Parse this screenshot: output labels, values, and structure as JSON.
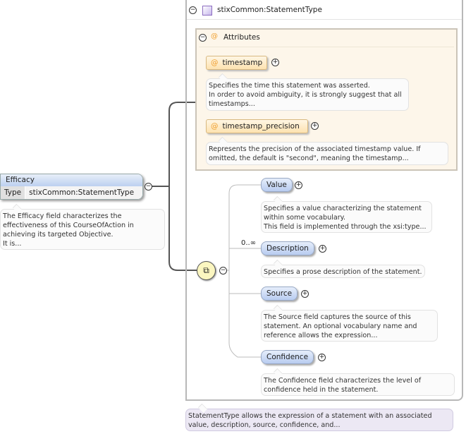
{
  "type_box": {
    "title": "stixCommon:StatementType",
    "doc": "StatementType allows the expression of a statement with an associated value, description, source, confidence, and..."
  },
  "attributes": {
    "title": "Attributes",
    "items": [
      {
        "name": "timestamp",
        "doc": [
          "Specifies the time this statement was asserted.",
          "In order to avoid ambiguity, it is strongly suggest that all",
          "timestamps..."
        ]
      },
      {
        "name": "timestamp_precision",
        "doc": [
          "Represents the precision of the associated timestamp value. If",
          "omitted, the default is \"second\", meaning the timestamp..."
        ]
      }
    ]
  },
  "element": {
    "name": "Efficacy",
    "type_label": "Type",
    "type_value": "stixCommon:StatementType",
    "doc": [
      "The Efficacy field characterizes the",
      "effectiveness of this CourseOfAction in",
      "achieving its targeted Objective.",
      "It is..."
    ]
  },
  "sequence": {
    "cardinality": "0..∞",
    "children": [
      {
        "name": "Value",
        "doc": [
          "Specifies a value characterizing the statement",
          "within some vocabulary.",
          "This field is implemented through the xsi:type..."
        ]
      },
      {
        "name": "Description",
        "doc": [
          "Specifies a prose description of the statement."
        ]
      },
      {
        "name": "Source",
        "doc": [
          "The Source field captures the source of this",
          "statement. An optional vocabulary name and",
          "reference allows the expression..."
        ]
      },
      {
        "name": "Confidence",
        "doc": [
          "The Confidence field characterizes the level of",
          "confidence held in the statement."
        ]
      }
    ]
  },
  "icons": {
    "collapse": "−",
    "expand": "+"
  }
}
